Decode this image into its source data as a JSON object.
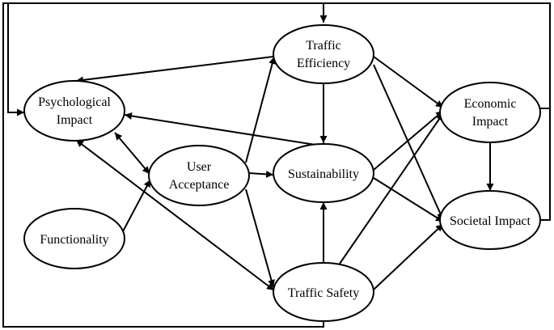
{
  "diagram": {
    "nodes": {
      "traffic_efficiency": {
        "lines": [
          "Traffic",
          "Efficiency"
        ]
      },
      "psychological_impact": {
        "lines": [
          "Psychological",
          "Impact"
        ]
      },
      "economic_impact": {
        "lines": [
          "Economic",
          "Impact"
        ]
      },
      "user_acceptance": {
        "lines": [
          "User",
          "Acceptance"
        ]
      },
      "sustainability": {
        "lines": [
          "Sustainability"
        ]
      },
      "functionality": {
        "lines": [
          "Functionality"
        ]
      },
      "societal_impact": {
        "lines": [
          "Societal Impact"
        ]
      },
      "traffic_safety": {
        "lines": [
          "Traffic Safety"
        ]
      }
    },
    "edges": [
      {
        "from": "traffic_efficiency",
        "to": "psychological_impact",
        "direction": "one-way"
      },
      {
        "from": "traffic_efficiency",
        "to": "economic_impact",
        "direction": "one-way"
      },
      {
        "from": "traffic_efficiency",
        "to": "societal_impact",
        "direction": "one-way"
      },
      {
        "from": "traffic_efficiency",
        "to": "sustainability",
        "direction": "one-way"
      },
      {
        "from": "psychological_impact",
        "to": "user_acceptance",
        "direction": "both"
      },
      {
        "from": "psychological_impact",
        "to": "traffic_safety",
        "direction": "both"
      },
      {
        "from": "sustainability",
        "to": "psychological_impact",
        "direction": "one-way"
      },
      {
        "from": "functionality",
        "to": "user_acceptance",
        "direction": "one-way"
      },
      {
        "from": "user_acceptance",
        "to": "sustainability",
        "direction": "one-way"
      },
      {
        "from": "user_acceptance",
        "to": "traffic_efficiency",
        "direction": "one-way"
      },
      {
        "from": "user_acceptance",
        "to": "traffic_safety",
        "direction": "one-way"
      },
      {
        "from": "sustainability",
        "to": "economic_impact",
        "direction": "one-way"
      },
      {
        "from": "sustainability",
        "to": "societal_impact",
        "direction": "one-way"
      },
      {
        "from": "traffic_safety",
        "to": "sustainability",
        "direction": "one-way"
      },
      {
        "from": "traffic_safety",
        "to": "economic_impact",
        "direction": "one-way"
      },
      {
        "from": "traffic_safety",
        "to": "societal_impact",
        "direction": "one-way"
      },
      {
        "from": "economic_impact",
        "to": "societal_impact",
        "direction": "one-way"
      },
      {
        "from": "traffic_safety",
        "to": "psychological_impact",
        "direction": "one-way",
        "route": "outer-frame-left"
      },
      {
        "from": "economic_impact",
        "to": "traffic_efficiency",
        "direction": "one-way",
        "route": "outer-frame-top"
      },
      {
        "from": "societal_impact",
        "to": "traffic_efficiency",
        "direction": "one-way",
        "route": "outer-frame-top"
      }
    ]
  }
}
